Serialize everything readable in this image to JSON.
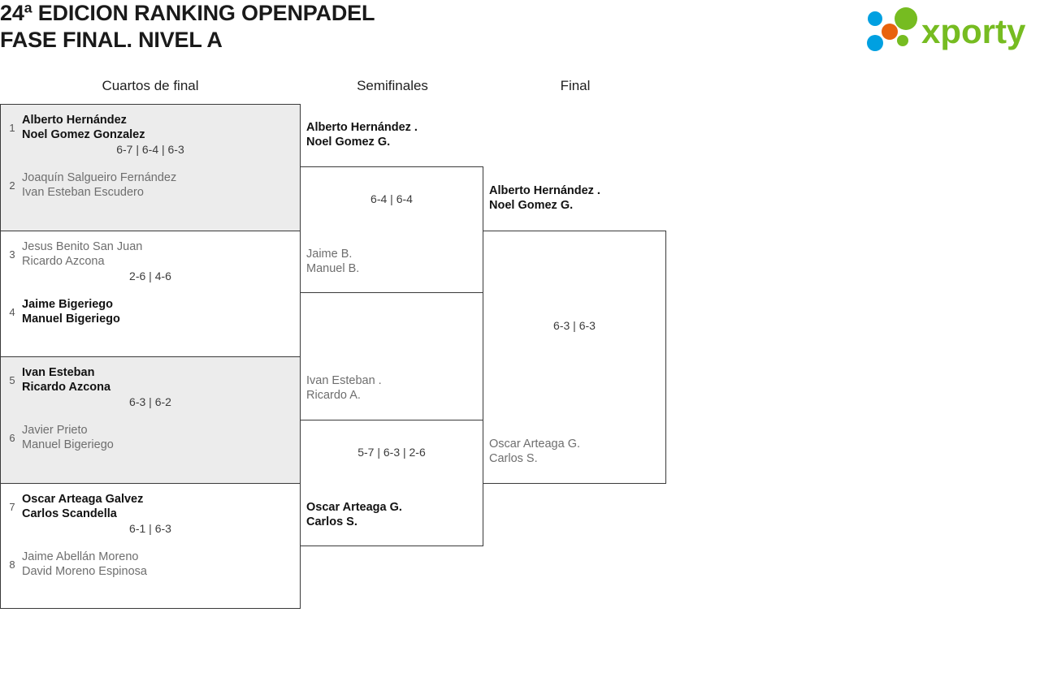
{
  "header": {
    "title_line1": "24ª EDICION RANKING OPENPADEL",
    "title_line2": "FASE FINAL. NIVEL A",
    "logo_text": "xporty",
    "logo_colors": {
      "green": "#76bc21",
      "orange": "#e8620c",
      "blue": "#00a0e1"
    }
  },
  "columns": {
    "quarterfinals": "Cuartos de final",
    "semifinals": "Semifinales",
    "final": "Final"
  },
  "colors": {
    "shaded_row": "#ececec",
    "border": "#3a3a3a",
    "winner_text": "#121212",
    "loser_text": "#6e6e6e"
  },
  "bracket": {
    "quarterfinals": [
      {
        "shaded": true,
        "score": "6-7 | 6-4 | 6-3",
        "top": {
          "seed": "1",
          "player1": "Alberto Hernández",
          "player2": "Noel Gomez Gonzalez",
          "winner": true
        },
        "bottom": {
          "seed": "2",
          "player1": "Joaquín Salgueiro Fernández",
          "player2": "Ivan Esteban Escudero",
          "winner": false
        }
      },
      {
        "shaded": false,
        "score": "2-6 | 4-6",
        "top": {
          "seed": "3",
          "player1": "Jesus Benito San Juan",
          "player2": "Ricardo Azcona",
          "winner": false
        },
        "bottom": {
          "seed": "4",
          "player1": "Jaime Bigeriego",
          "player2": "Manuel Bigeriego",
          "winner": true
        }
      },
      {
        "shaded": true,
        "score": "6-3 | 6-2",
        "top": {
          "seed": "5",
          "player1": "Ivan Esteban",
          "player2": "Ricardo Azcona",
          "winner": true
        },
        "bottom": {
          "seed": "6",
          "player1": "Javier Prieto",
          "player2": "Manuel Bigeriego",
          "winner": false
        }
      },
      {
        "shaded": false,
        "score": "6-1 | 6-3",
        "top": {
          "seed": "7",
          "player1": "Oscar Arteaga Galvez",
          "player2": "Carlos Scandella",
          "winner": true
        },
        "bottom": {
          "seed": "8",
          "player1": "Jaime Abellán Moreno",
          "player2": "David Moreno Espinosa",
          "winner": false
        }
      }
    ],
    "semifinals": [
      {
        "score": "6-4 | 6-4",
        "top": {
          "player1": "Alberto Hernández .",
          "player2": "Noel Gomez G.",
          "winner": true
        },
        "bottom": {
          "player1": "Jaime B.",
          "player2": "Manuel B.",
          "winner": false
        }
      },
      {
        "score": "5-7 | 6-3 | 2-6",
        "top": {
          "player1": "Ivan Esteban .",
          "player2": "Ricardo A.",
          "winner": false
        },
        "bottom": {
          "player1": "Oscar Arteaga G.",
          "player2": "Carlos S.",
          "winner": true
        }
      }
    ],
    "final": {
      "score": "6-3 | 6-3",
      "top": {
        "player1": "Alberto Hernández .",
        "player2": "Noel Gomez G.",
        "winner": true
      },
      "bottom": {
        "player1": "Oscar Arteaga G.",
        "player2": "Carlos S.",
        "winner": false
      }
    }
  }
}
